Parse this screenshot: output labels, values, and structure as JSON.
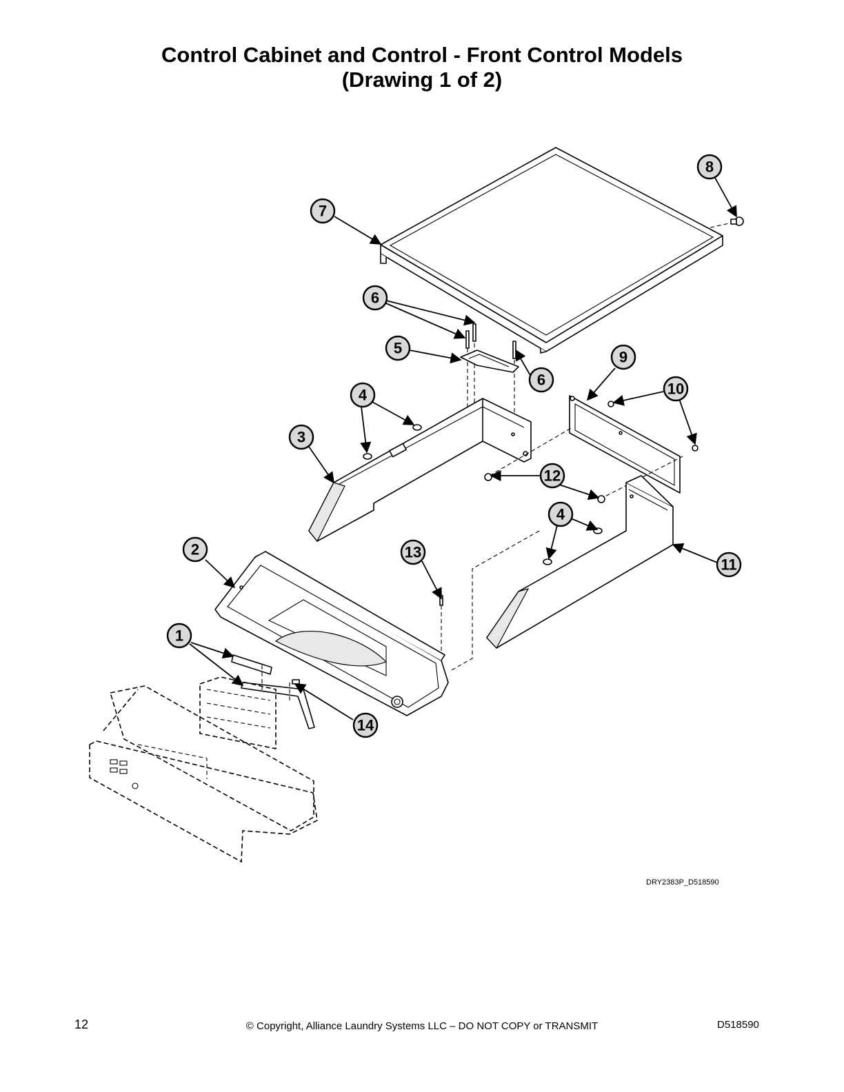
{
  "header": {
    "title_line1": "Control Cabinet and Control - Front Control Models",
    "title_line2": "(Drawing 1 of 2)"
  },
  "callouts": [
    "1",
    "2",
    "3",
    "4",
    "5",
    "6",
    "7",
    "8",
    "9",
    "10",
    "11",
    "12",
    "13",
    "14"
  ],
  "drawing_id": "DRY2383P_D518590",
  "footer": {
    "page_number": "12",
    "copyright": "© Copyright, Alliance Laundry Systems LLC – DO NOT COPY or TRANSMIT",
    "doc_number": "D518590"
  }
}
